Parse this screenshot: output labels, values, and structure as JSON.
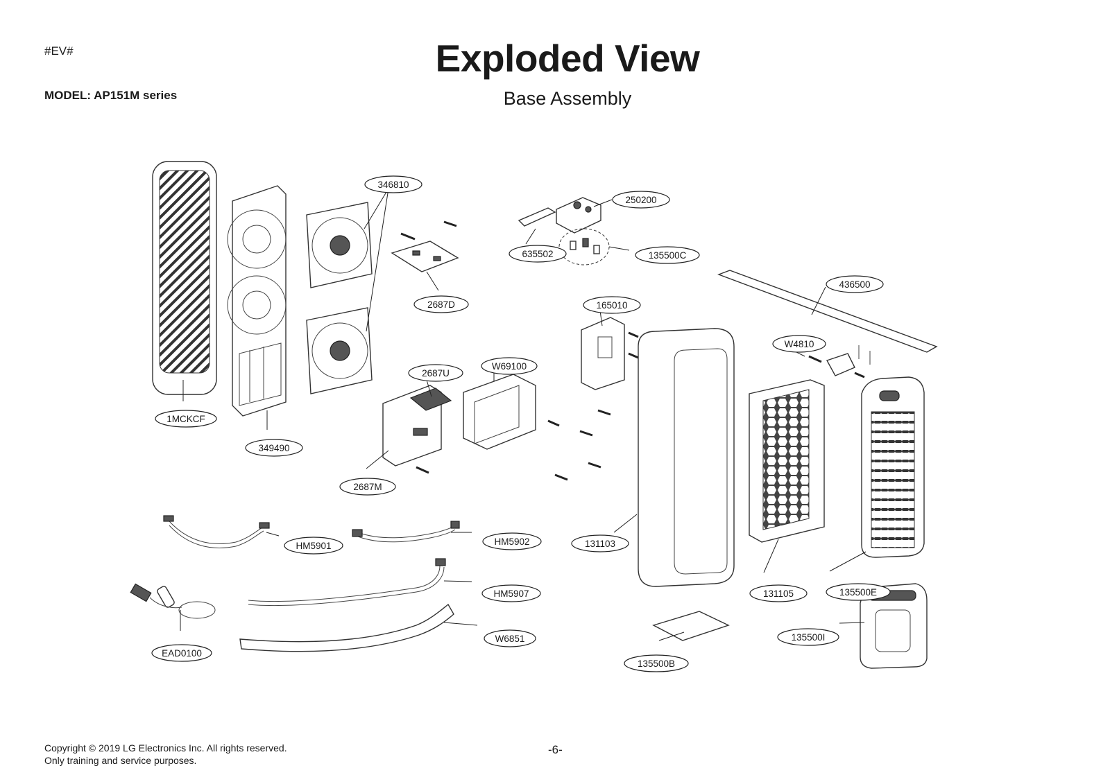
{
  "header": {
    "tag": "#EV#",
    "model": "MODEL: AP151M series",
    "title": "Exploded View",
    "subtitle": "Base Assembly"
  },
  "footer": {
    "copyright_line1": "Copyright © 2019 LG Electronics Inc. All rights reserved.",
    "copyright_line2": "Only training and service purposes.",
    "page_number": "-6-"
  },
  "parts": [
    "346810",
    "250200",
    "635502",
    "135500C",
    "436500",
    "2687D",
    "165010",
    "W4810",
    "2687U",
    "W69100",
    "1MCKCF",
    "349490",
    "2687M",
    "HM5901",
    "HM5902",
    "131103",
    "HM5907",
    "131105",
    "135500E",
    "W6851",
    "135500I",
    "EAD0100",
    "135500B"
  ]
}
